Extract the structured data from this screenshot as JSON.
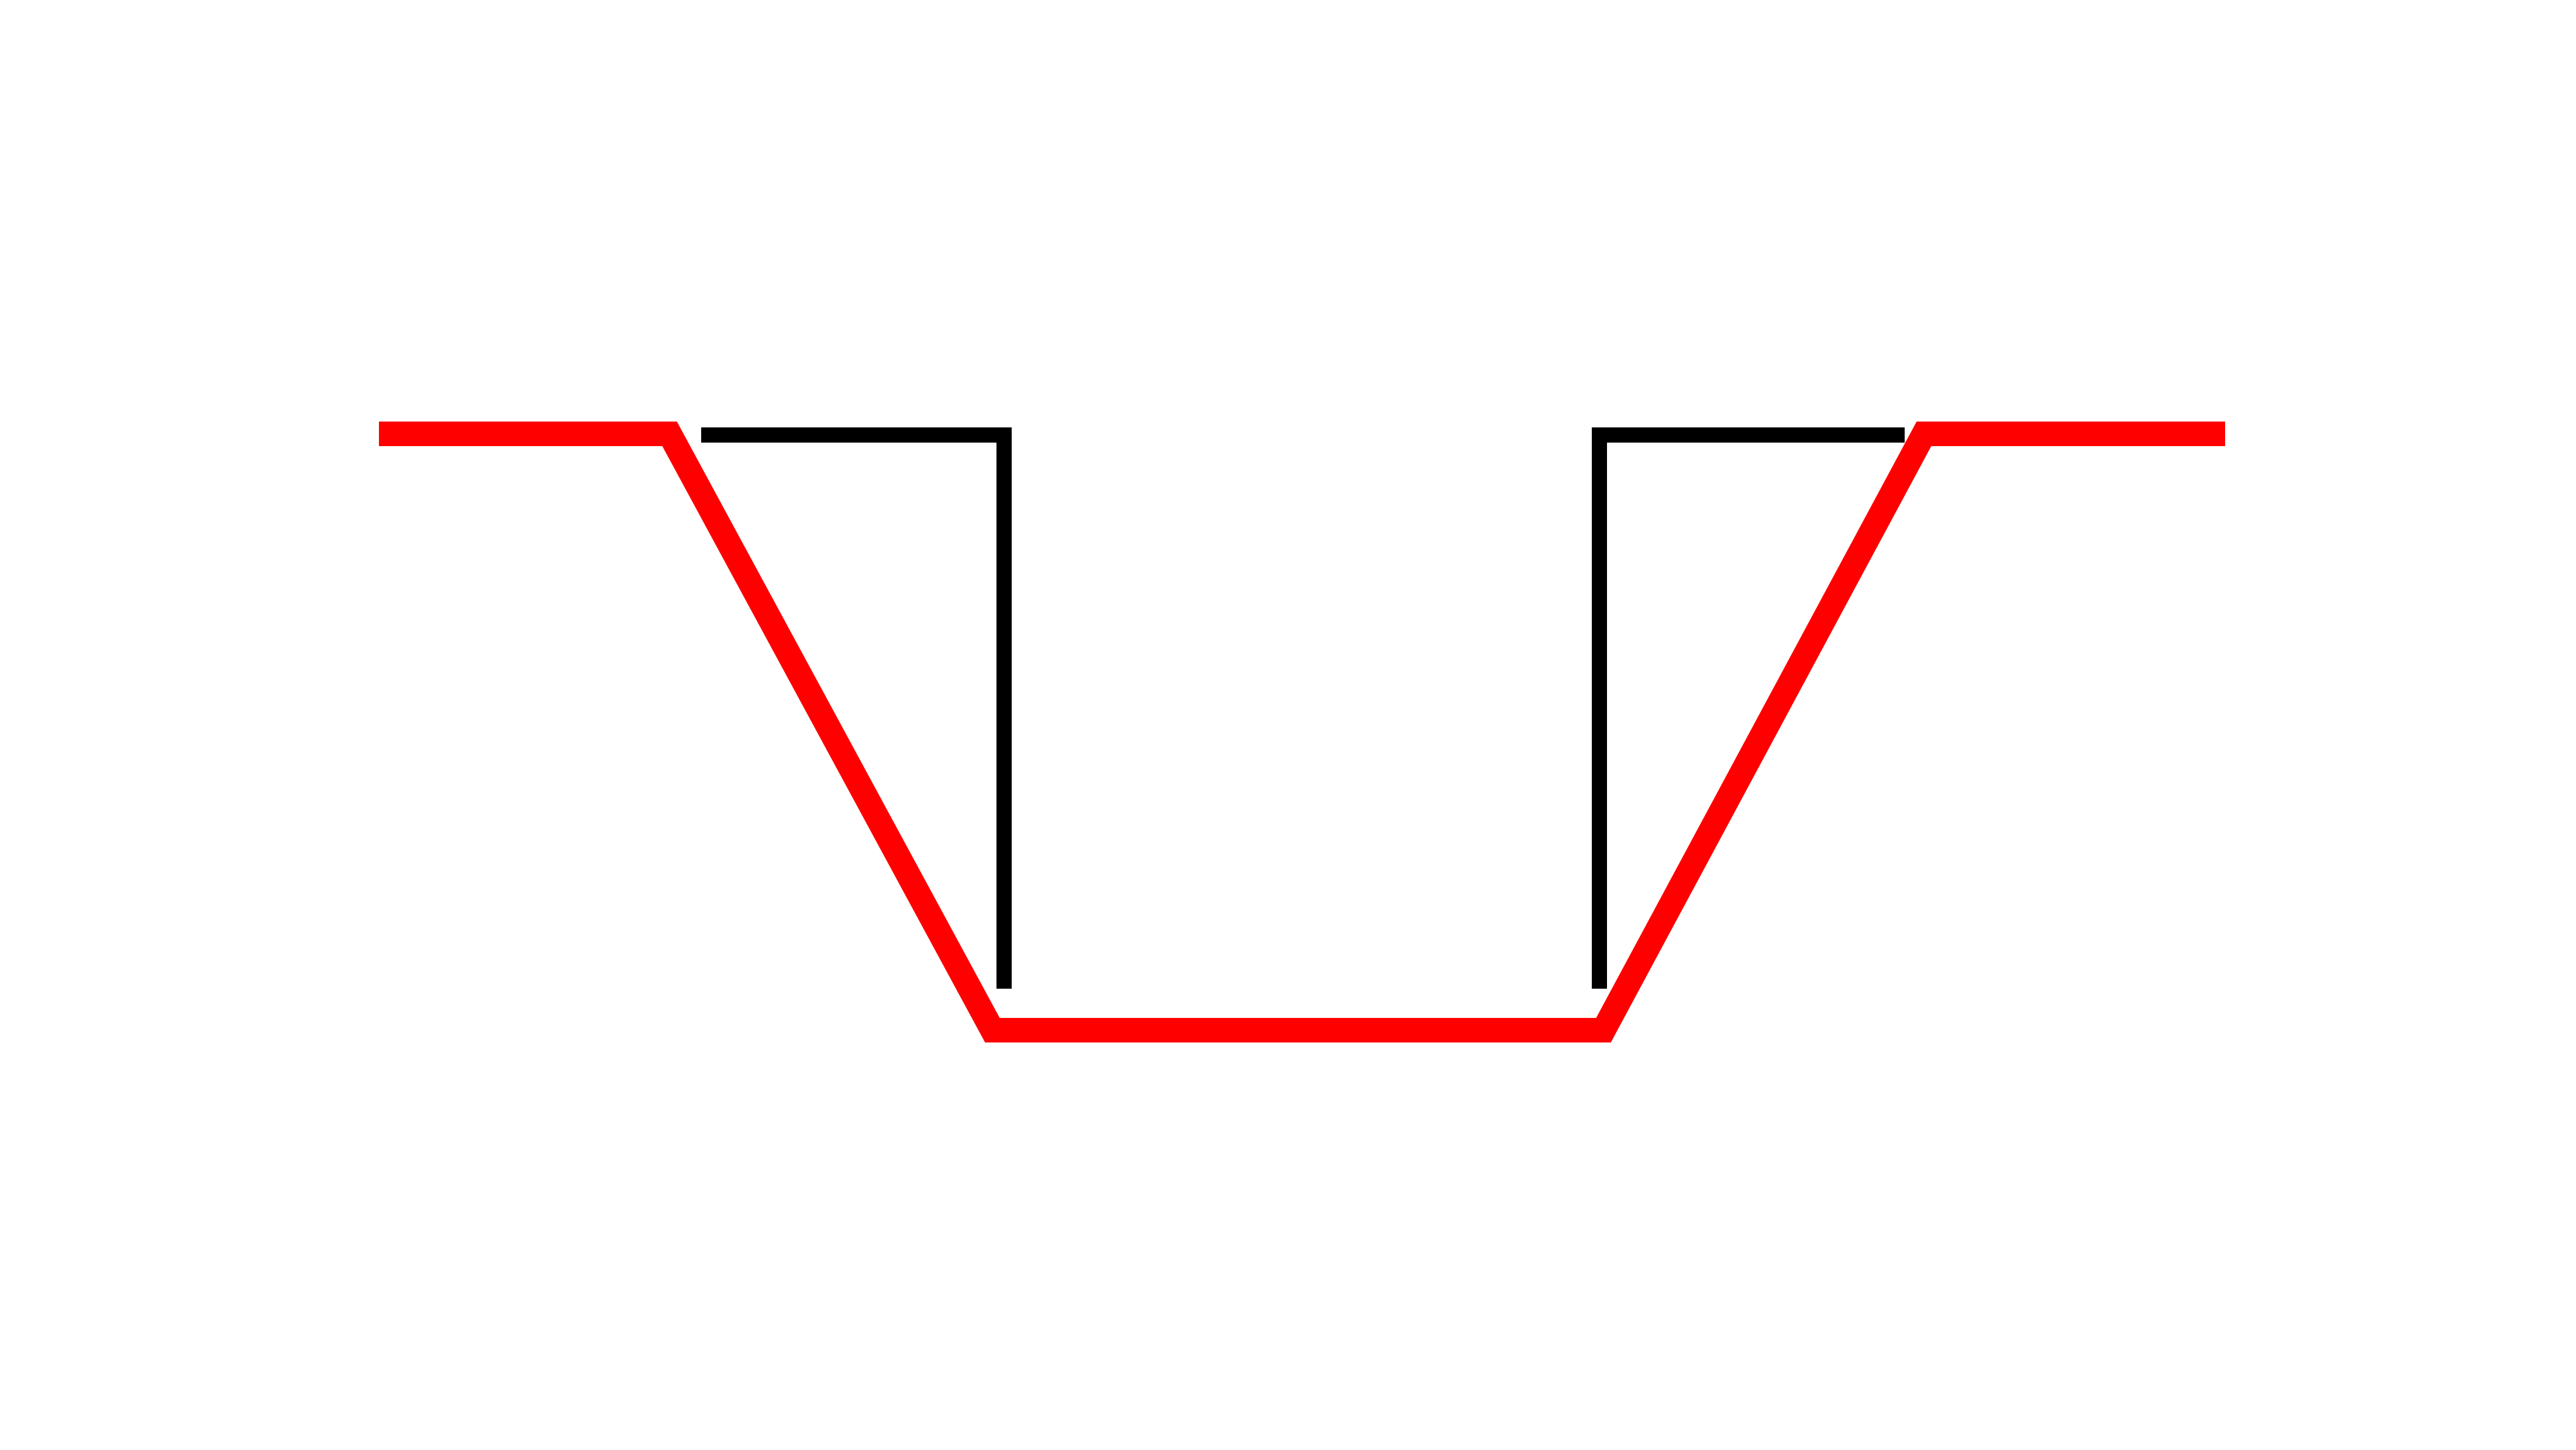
{
  "diagram": {
    "background_color": "#ffffff",
    "profile_line": {
      "shape": "trapezoid-profile",
      "color": "#ff0000"
    },
    "brackets": [
      {
        "side": "left",
        "color": "#000000"
      },
      {
        "side": "right",
        "color": "#000000"
      }
    ]
  }
}
